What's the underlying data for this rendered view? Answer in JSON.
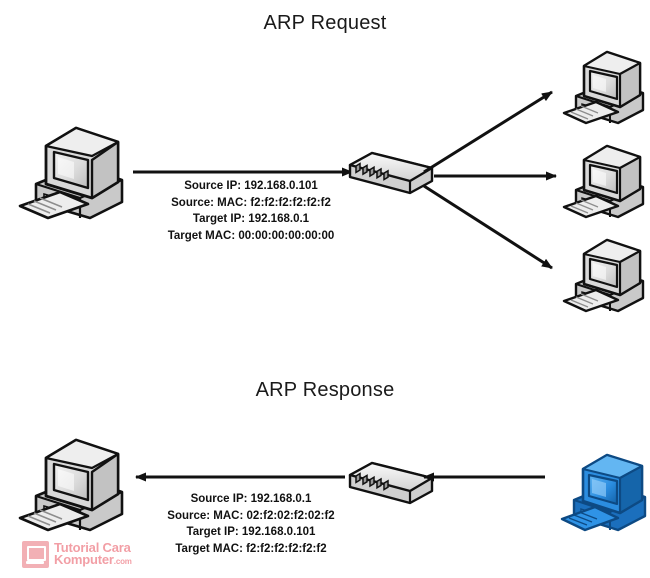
{
  "diagram": {
    "background_color": "#ffffff",
    "line_color": "#111111",
    "pc_color": "#d8d8d8",
    "pc_highlight_color": "#1f7fd0",
    "switch_color": "#e2e2e2"
  },
  "sections": {
    "request": {
      "title": "ARP Request",
      "packet": {
        "source_ip": "Source IP: 192.168.0.101",
        "source_mac": "Source: MAC: f2:f2:f2:f2:f2:f2",
        "target_ip": "Target IP: 192.168.0.1",
        "target_mac": "Target MAC: 00:00:00:00:00:00"
      },
      "nodes": {
        "sender": "source-computer",
        "switch": "network-switch",
        "receivers": [
          "destination-computer-1",
          "destination-computer-2",
          "destination-computer-3"
        ]
      }
    },
    "response": {
      "title": "ARP Response",
      "packet": {
        "source_ip": "Source IP: 192.168.0.1",
        "source_mac": "Source: MAC: 02:f2:02:f2:02:f2",
        "target_ip": "Target IP: 192.168.0.101",
        "target_mac": "Target MAC:  f2:f2:f2:f2:f2:f2"
      },
      "nodes": {
        "receiver": "destination-computer",
        "switch": "network-switch",
        "responder": "responding-computer-highlighted"
      }
    }
  },
  "watermark": {
    "line1": "Tutorial Cara",
    "line2": "Komputer",
    "suffix": ".com",
    "color": "#e8505c"
  }
}
